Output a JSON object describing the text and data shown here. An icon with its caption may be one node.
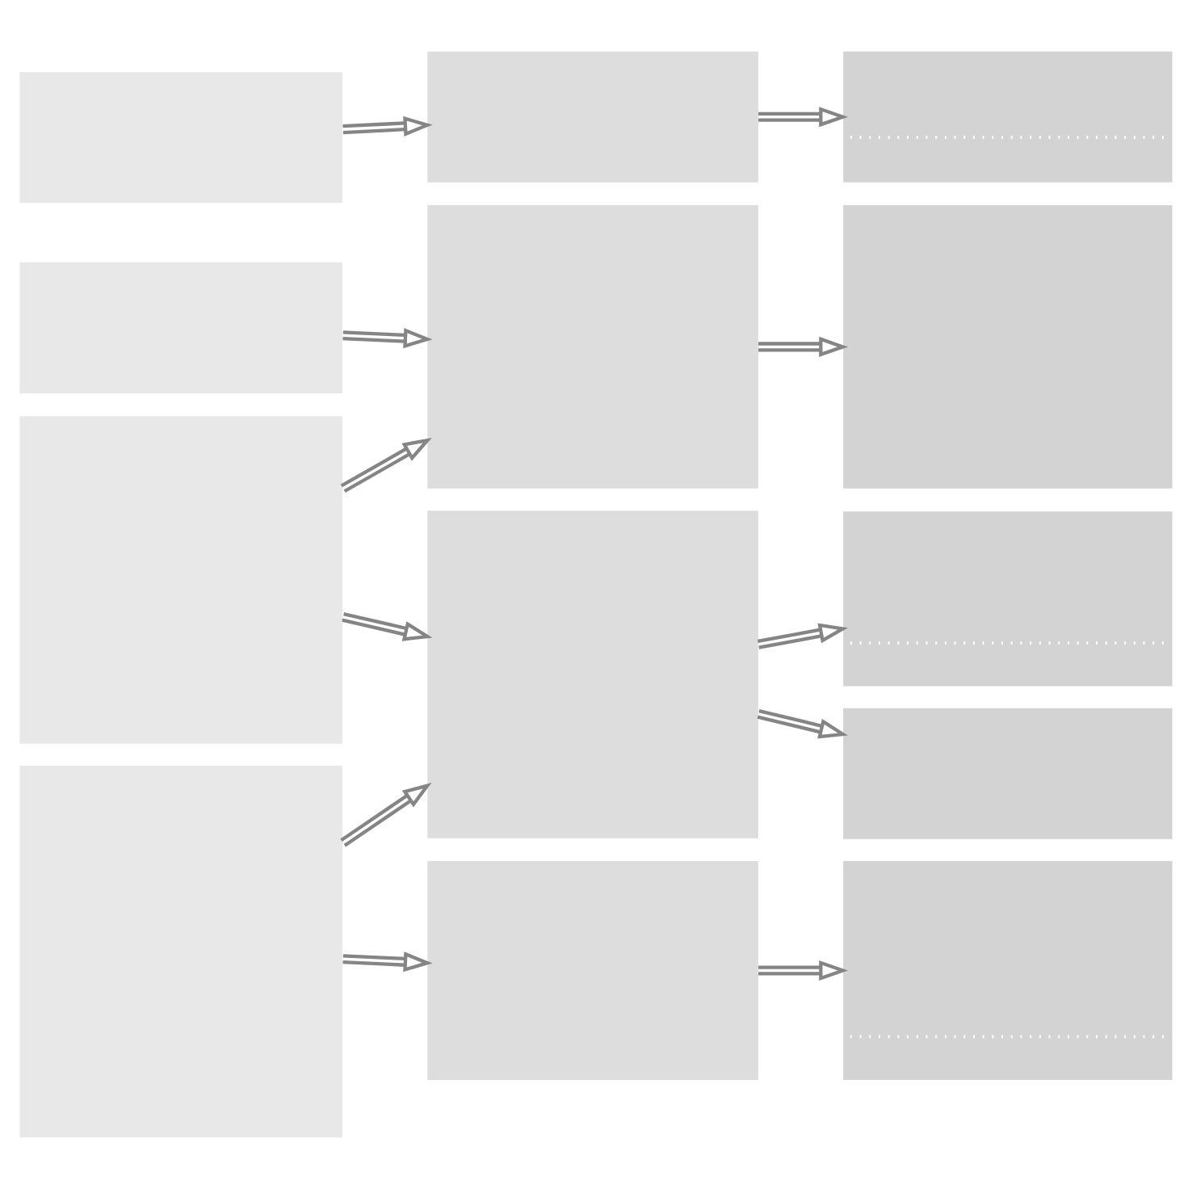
{
  "diagram": {
    "nodes": [
      {
        "text": [],
        "shape": "box"
      },
      {
        "text": [],
        "shape": "box"
      },
      {
        "text": [],
        "shape": "box"
      },
      {
        "text": [],
        "shape": "box"
      },
      {
        "text": [],
        "shape": "box"
      },
      {
        "text": [],
        "shape": "box"
      },
      {
        "text": [],
        "shape": "box"
      },
      {
        "text": [],
        "shape": "box"
      },
      {
        "text": [],
        "shape": "box"
      },
      {
        "text": [],
        "shape": "box"
      },
      {
        "text": [],
        "shape": "box"
      },
      {
        "text": [],
        "shape": "box"
      },
      {
        "text": [],
        "shape": "box"
      }
    ],
    "edges": [
      {
        "from": 0,
        "to": 4,
        "arrow": "to"
      },
      {
        "from": 1,
        "to": 5,
        "arrow": "to"
      },
      {
        "from": 2,
        "to": 5,
        "arrow": "to"
      },
      {
        "from": 2,
        "to": 6,
        "arrow": "to"
      },
      {
        "from": 3,
        "to": 6,
        "arrow": "to"
      },
      {
        "from": 3,
        "to": 7,
        "arrow": "to"
      },
      {
        "from": 4,
        "to": 8,
        "arrow": "to"
      },
      {
        "from": 5,
        "to": 9,
        "arrow": "to"
      },
      {
        "from": 6,
        "to": 10,
        "arrow": "to"
      },
      {
        "from": 6,
        "to": 11,
        "arrow": "to"
      },
      {
        "from": 7,
        "to": 12,
        "arrow": "to"
      }
    ]
  }
}
